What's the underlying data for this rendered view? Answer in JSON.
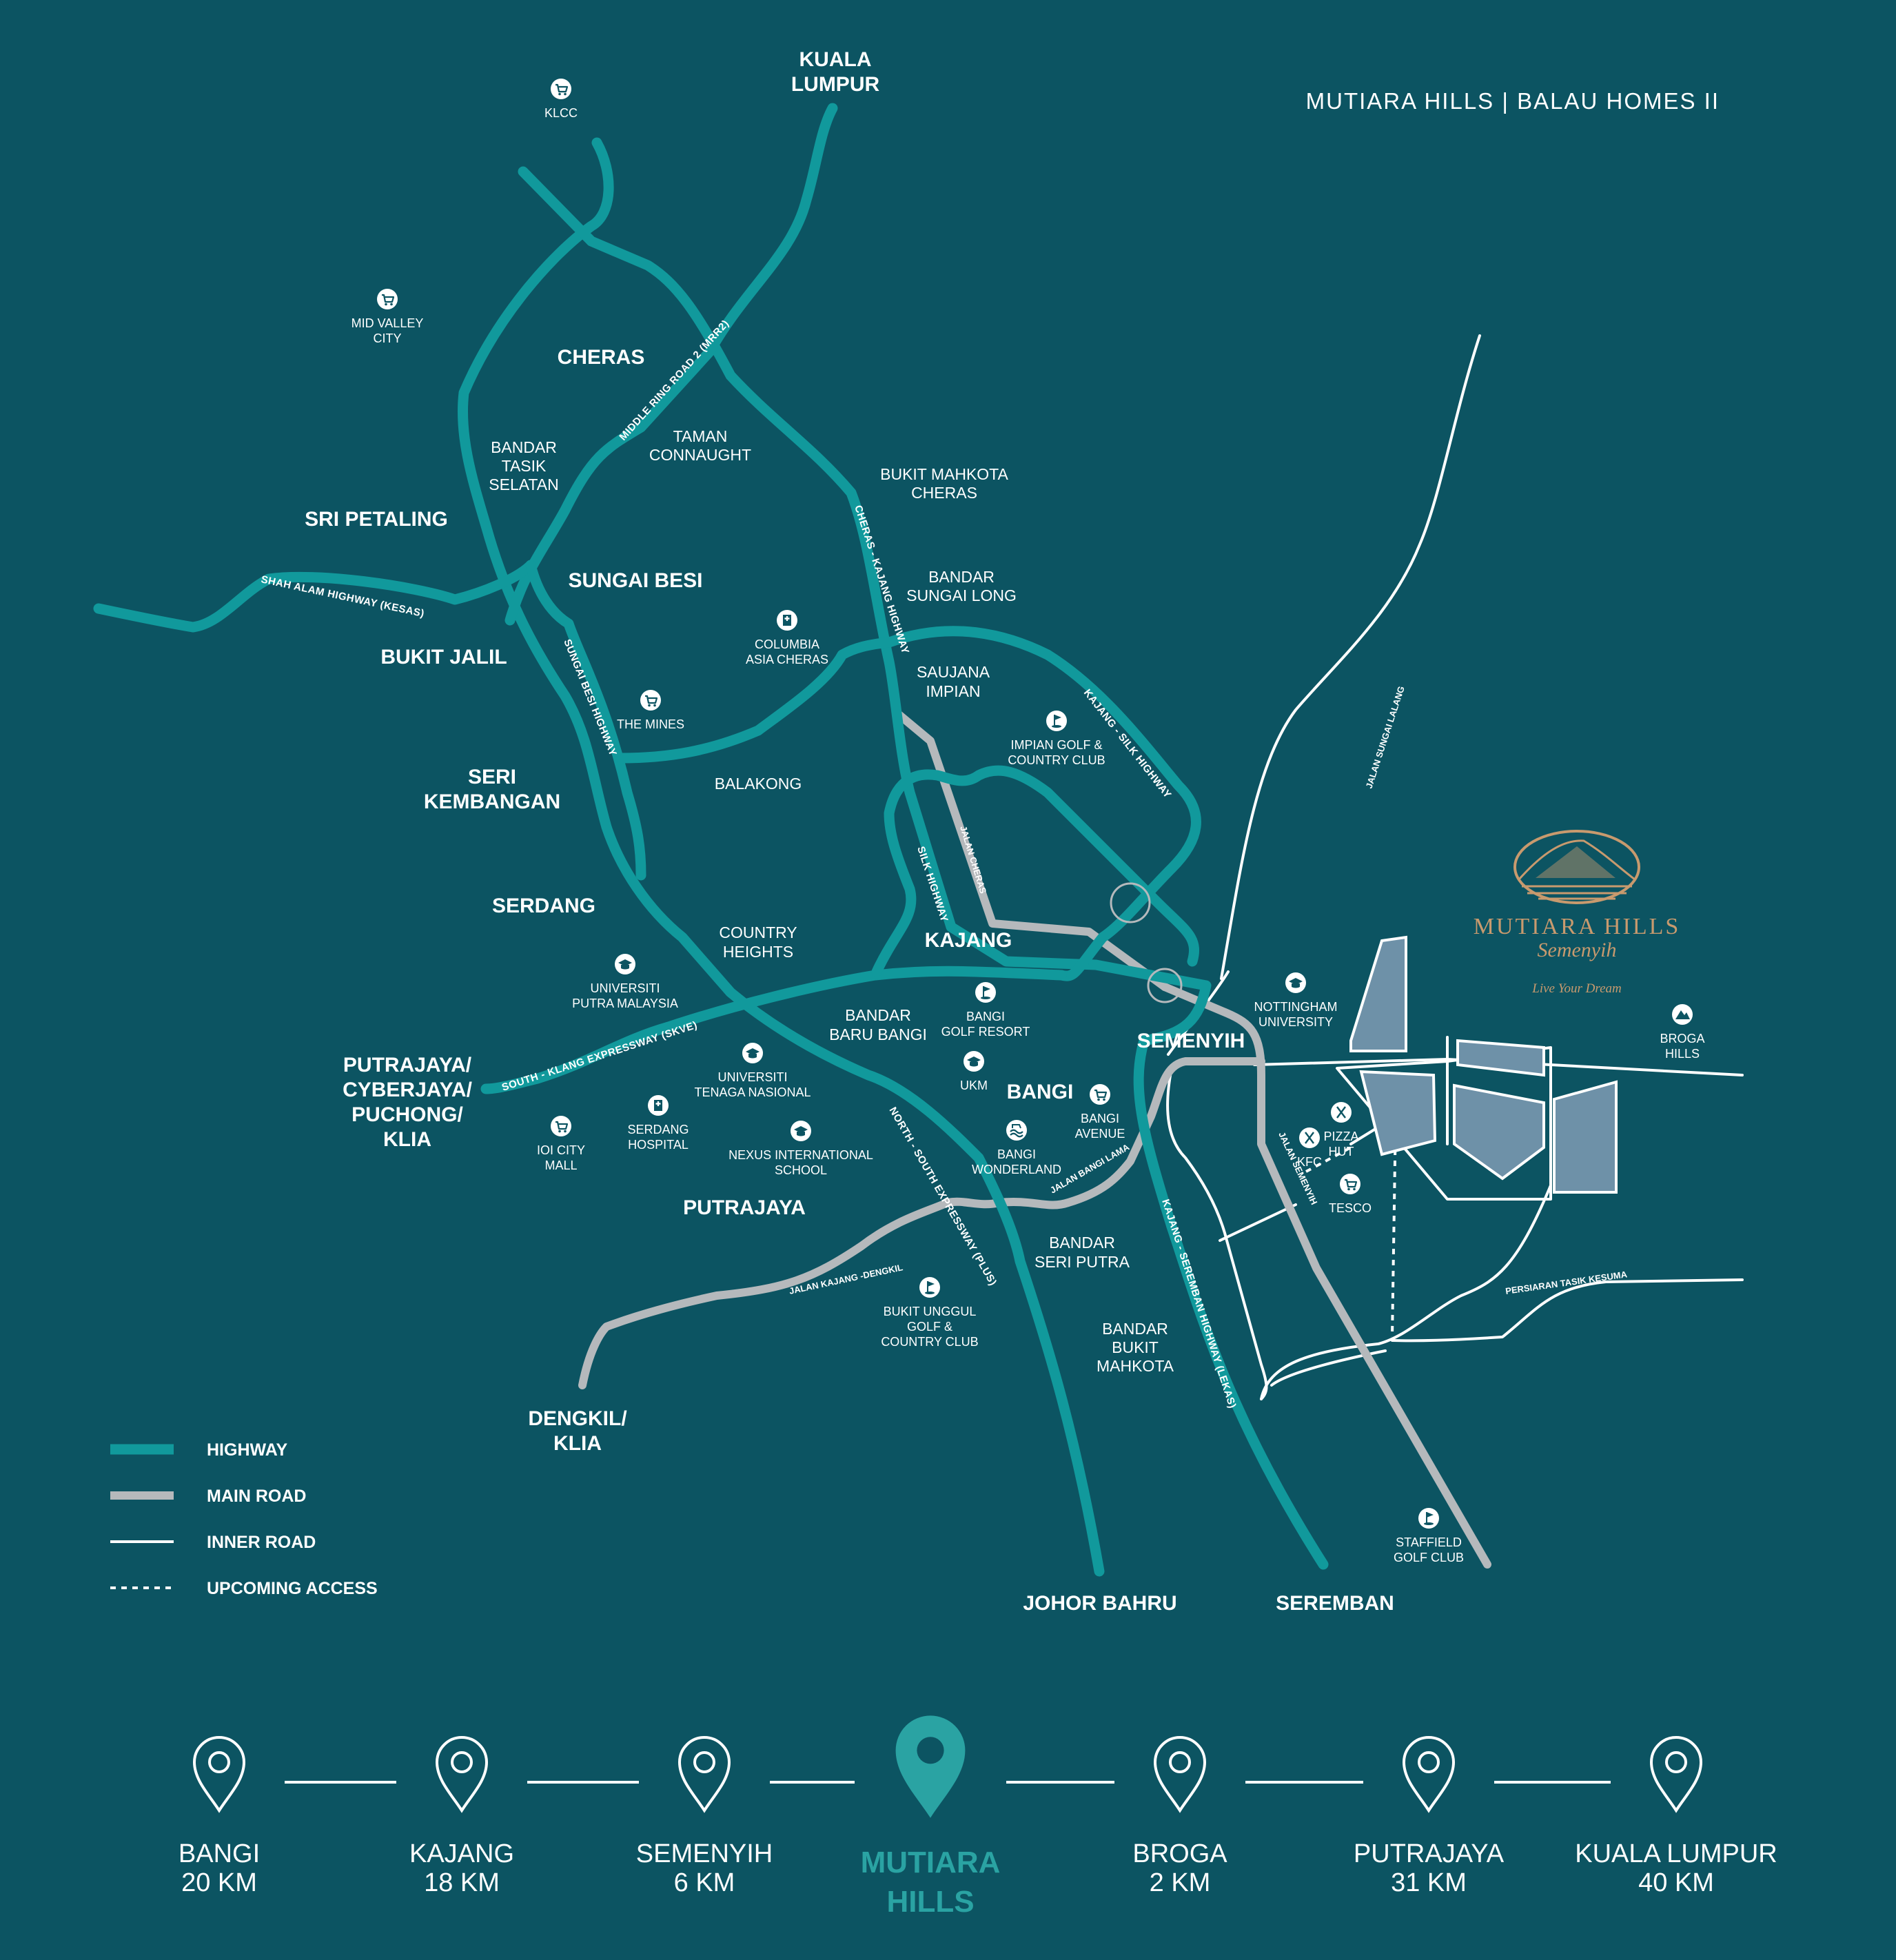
{
  "title": "MUTIARA HILLS | BALAU HOMES II",
  "areas": {
    "kuala_lumpur": [
      "KUALA",
      "LUMPUR"
    ],
    "cheras": "CHERAS",
    "sri_petaling": "SRI PETALING",
    "sungai_besi": "SUNGAI BESI",
    "bukit_jalil": "BUKIT JALIL",
    "seri_kembangan": [
      "SERI",
      "KEMBANGAN"
    ],
    "serdang": "SERDANG",
    "kajang": "KAJANG",
    "semenyih": "SEMENYIH",
    "bangi": "BANGI",
    "putrajaya_group": [
      "PUTRAJAYA/",
      "CYBERJAYA/",
      "PUCHONG/",
      "KLIA"
    ],
    "putrajaya": "PUTRAJAYA",
    "dengkil": [
      "DENGKIL/",
      "KLIA"
    ],
    "johor_bahru": "JOHOR BAHRU",
    "seremban": "SEREMBAN"
  },
  "neighbourhoods": {
    "bandar_tasik_selatan": [
      "BANDAR",
      "TASIK",
      "SELATAN"
    ],
    "taman_connaught": [
      "TAMAN",
      "CONNAUGHT"
    ],
    "bukit_mahkota_cheras": [
      "BUKIT MAHKOTA",
      "CHERAS"
    ],
    "bandar_sungai_long": [
      "BANDAR",
      "SUNGAI LONG"
    ],
    "saujana_impian": [
      "SAUJANA",
      "IMPIAN"
    ],
    "balakong": "BALAKONG",
    "country_heights": [
      "COUNTRY",
      "HEIGHTS"
    ],
    "bandar_baru_bangi": [
      "BANDAR",
      "BARU BANGI"
    ],
    "bandar_seri_putra": [
      "BANDAR",
      "SERI PUTRA"
    ],
    "bandar_bukit_mahkota": [
      "BANDAR",
      "BUKIT",
      "MAHKOTA"
    ]
  },
  "pois": {
    "klcc": {
      "label": [
        "KLCC"
      ],
      "icon": "shopping-cart-icon"
    },
    "mid_valley": {
      "label": [
        "MID VALLEY",
        "CITY"
      ],
      "icon": "shopping-cart-icon"
    },
    "columbia_asia": {
      "label": [
        "COLUMBIA",
        "ASIA CHERAS"
      ],
      "icon": "hospital-icon"
    },
    "the_mines": {
      "label": [
        "THE MINES"
      ],
      "icon": "shopping-cart-icon"
    },
    "impian_golf": {
      "label": [
        "IMPIAN GOLF &",
        "COUNTRY CLUB"
      ],
      "icon": "golf-flag-icon"
    },
    "upm": {
      "label": [
        "UNIVERSITI",
        "PUTRA MALAYSIA"
      ],
      "icon": "graduation-cap-icon"
    },
    "bangi_golf": {
      "label": [
        "BANGI",
        "GOLF RESORT"
      ],
      "icon": "golf-flag-icon"
    },
    "uniten": {
      "label": [
        "UNIVERSITI",
        "TENAGA NASIONAL"
      ],
      "icon": "graduation-cap-icon"
    },
    "ukm": {
      "label": [
        "UKM"
      ],
      "icon": "graduation-cap-icon"
    },
    "bangi_avenue": {
      "label": [
        "BANGI",
        "AVENUE"
      ],
      "icon": "shopping-cart-icon"
    },
    "bangi_wonderland": {
      "label": [
        "BANGI",
        "WONDERLAND"
      ],
      "icon": "water-park-icon"
    },
    "ioi_city": {
      "label": [
        "IOI CITY",
        "MALL"
      ],
      "icon": "shopping-cart-icon"
    },
    "serdang_hospital": {
      "label": [
        "SERDANG",
        "HOSPITAL"
      ],
      "icon": "hospital-icon"
    },
    "nexus": {
      "label": [
        "NEXUS INTERNATIONAL",
        "SCHOOL"
      ],
      "icon": "graduation-cap-icon"
    },
    "bukit_unggul": {
      "label": [
        "BUKIT UNGGUL",
        "GOLF &",
        "COUNTRY CLUB"
      ],
      "icon": "golf-flag-icon"
    },
    "nottingham": {
      "label": [
        "NOTTINGHAM",
        "UNIVERSITY"
      ],
      "icon": "graduation-cap-icon"
    },
    "broga_hills": {
      "label": [
        "BROGA",
        "HILLS"
      ],
      "icon": "mountain-icon"
    },
    "pizza_hut": {
      "label": [
        "PIZZA",
        "HUT"
      ],
      "icon": "cutlery-icon"
    },
    "kfc": {
      "label": [
        "KFC"
      ],
      "icon": "cutlery-icon"
    },
    "tesco": {
      "label": [
        "TESCO"
      ],
      "icon": "shopping-cart-icon"
    },
    "staffield": {
      "label": [
        "STAFFIELD",
        "GOLF CLUB"
      ],
      "icon": "golf-flag-icon"
    }
  },
  "roads": {
    "mrr2": "MIDDLE RING ROAD 2 (MRR2)",
    "kesas": "SHAH ALAM HIGHWAY (KESAS)",
    "cheras_kajang": "CHERAS - KAJANG HIGHWAY",
    "sungai_besi": "SUNGAI BESI HIGHWAY",
    "silk_kajang": "KAJANG - SILK HIGHWAY",
    "silk": "SILK HIGHWAY",
    "jalan_cheras": "JALAN CHERAS",
    "skve": "SOUTH - KLANG EXPRESSWAY (SKVE)",
    "plus": "NORTH - SOUTH EXPRESSWAY (PLUS)",
    "lekas": "KAJANG - SEREMBAN HIGHWAY (LEKAS)",
    "jalan_bangi_lama": "JALAN BANGI LAMA",
    "jalan_kajang_dengkil": "JALAN KAJANG -DENGKIL",
    "jalan_semenyih": "JALAN SEMENYIH",
    "jalan_sungai_lalang": "JALAN SUNGAI LALANG",
    "persiaran_tasik_kesuma": "PERSIARAN TASIK KESUMA"
  },
  "legend": [
    {
      "label": "HIGHWAY",
      "style": "highway"
    },
    {
      "label": "MAIN ROAD",
      "style": "main"
    },
    {
      "label": "INNER ROAD",
      "style": "inner"
    },
    {
      "label": "UPCOMING ACCESS",
      "style": "upcoming"
    }
  ],
  "logo": {
    "name": "MUTIARA HILLS",
    "sub": "Semenyih",
    "tagline": "Live Your Dream"
  },
  "distances": [
    {
      "place": "BANGI",
      "km": "20 KM"
    },
    {
      "place": "KAJANG",
      "km": "18 KM"
    },
    {
      "place": "SEMENYIH",
      "km": "6 KM"
    },
    {
      "place": "MUTIARA",
      "km": "HILLS",
      "highlight": true
    },
    {
      "place": "BROGA",
      "km": "2 KM"
    },
    {
      "place": "PUTRAJAYA",
      "km": "31 KM"
    },
    {
      "place": "KUALA LUMPUR",
      "km": "40 KM"
    }
  ],
  "colors": {
    "background": "#0c5462",
    "highway": "#11999c",
    "main_road": "#b5b9bc",
    "inner_road": "#ffffff",
    "highlight": "#2aa3a3",
    "logo": "#c89a6e",
    "lot": "#6e91a8"
  }
}
